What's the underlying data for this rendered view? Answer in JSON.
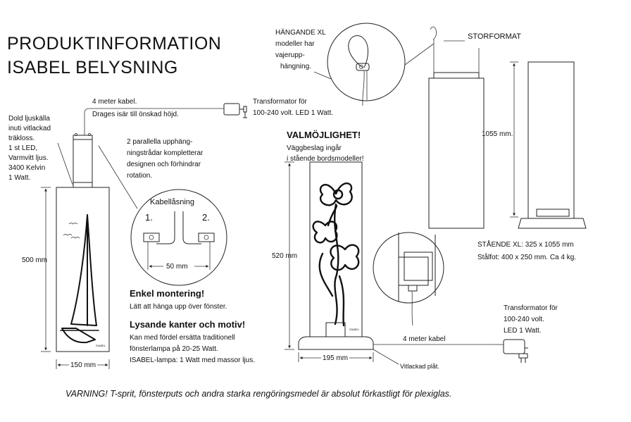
{
  "title": {
    "line1": "PRODUKTINFORMATION",
    "line2": "ISABEL BELYSNING"
  },
  "left_lamp": {
    "light_source": [
      "Dold ljuskälla",
      "inuti vitlackad",
      "träkloss.",
      "1 st LED,",
      "Varmvitt ljus.",
      "3400 Kelvin",
      "1 Watt."
    ],
    "cable_length": "4 meter kabel.",
    "cable_pull": "Drages isär till önskad höjd.",
    "transformer": [
      "Transformator för",
      "100-240 volt. LED 1 Watt."
    ],
    "wires_note": [
      "2 parallella upphäng-",
      "ningstrådar kompletterar",
      "designen och förhindrar",
      "rotation."
    ],
    "height_dim": "500 mm",
    "width_dim": "150 mm",
    "brand_mark": "ISABEL"
  },
  "cable_lock": {
    "title": "Kabellåsning",
    "label_1": "1.",
    "label_2": "2.",
    "spacing": "50 mm"
  },
  "mounting": {
    "heading": "Enkel montering!",
    "text": "Lätt att hänga upp över fönster.",
    "heading2": "Lysande kanter och motiv!",
    "text2": [
      "Kan med fördel ersätta traditionell",
      "fönsterlampa på 20-25 Watt.",
      "ISABEL-lampa: 1 Watt med massor ljus."
    ]
  },
  "hanging_xl": {
    "text": [
      "HÄNGANDE XL",
      "modeller har",
      "vajerupp-",
      "hängning."
    ]
  },
  "option": {
    "heading": "VALMÖJLIGHET!",
    "text": [
      "Väggbeslag ingår",
      "i stående bordsmodeller!"
    ]
  },
  "table_lamp": {
    "height_dim": "520 mm",
    "width_dim": "195 mm",
    "brand_mark": "ISABEL",
    "base_note": "Vitlackad plåt.",
    "cable": "4 meter kabel",
    "transformer": [
      "Transformator för",
      "100-240 volt.",
      "LED 1 Watt."
    ]
  },
  "large_format": {
    "title": "STORFORMAT",
    "height_dim": "1055 mm.",
    "specs": [
      "STÅENDE  XL: 325 x 1055 mm",
      "Stålfot: 400 x 250 mm. Ca 4 kg."
    ]
  },
  "warning": "VARNING! T-sprit, fönsterputs och andra starka rengöringsmedel är absolut förkastligt för plexiglas."
}
